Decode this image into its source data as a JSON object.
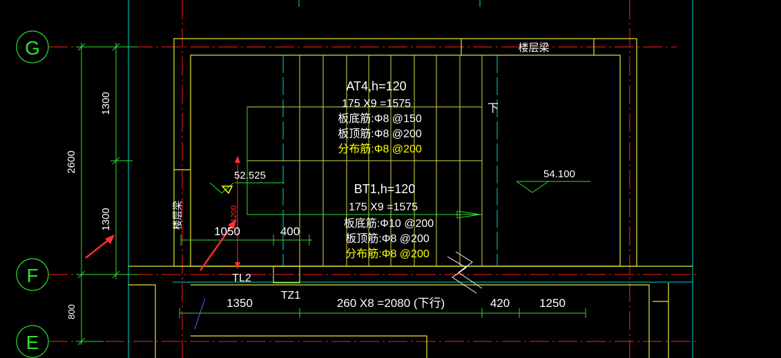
{
  "colors": {
    "background": "#000000",
    "axis_red": "#ff2020",
    "wall_yellow": "#e8e832",
    "stair_yellow": "#d8d84a",
    "grid_cyan": "#00d8d8",
    "dim_green": "#30e030",
    "text_white": "#ffffff",
    "note_yellow": "#ffff00",
    "arrow_red": "#ff3030",
    "accent_violet": "#8a4cff"
  },
  "axes": {
    "g": "G",
    "f": "F",
    "e": "E"
  },
  "dimensions": {
    "left_total": "2600",
    "left_upper": "1300",
    "left_lower": "1300",
    "left_bottom": "800",
    "d1050": "1050",
    "d400": "400",
    "d1200": "1200",
    "bottom_1350": "1350",
    "bottom_flight": "260 X8 =2080 (下行)",
    "bottom_420": "420",
    "bottom_1250": "1250"
  },
  "labels": {
    "floor_beam_top": "楼层梁",
    "floor_beam_left": "楼层梁",
    "down": "下",
    "tl2": "TL2",
    "tz1": "TZ1",
    "elev_left": "52.525",
    "elev_right": "54.100"
  },
  "stair_at4": {
    "title": "AT4,h=120",
    "steps": "175 X9 =1575",
    "bottom_bar": "板底筋:Φ8 @150",
    "top_bar": "板顶筋:Φ8 @200",
    "dist_bar": "分布筋:Φ8 @200"
  },
  "stair_bt1": {
    "title": "BT1,h=120",
    "steps": "175 X9 =1575",
    "bottom_bar": "板底筋:Φ10 @200",
    "top_bar": "板顶筋:Φ8 @200",
    "dist_bar": "分布筋:Φ8 @200"
  }
}
